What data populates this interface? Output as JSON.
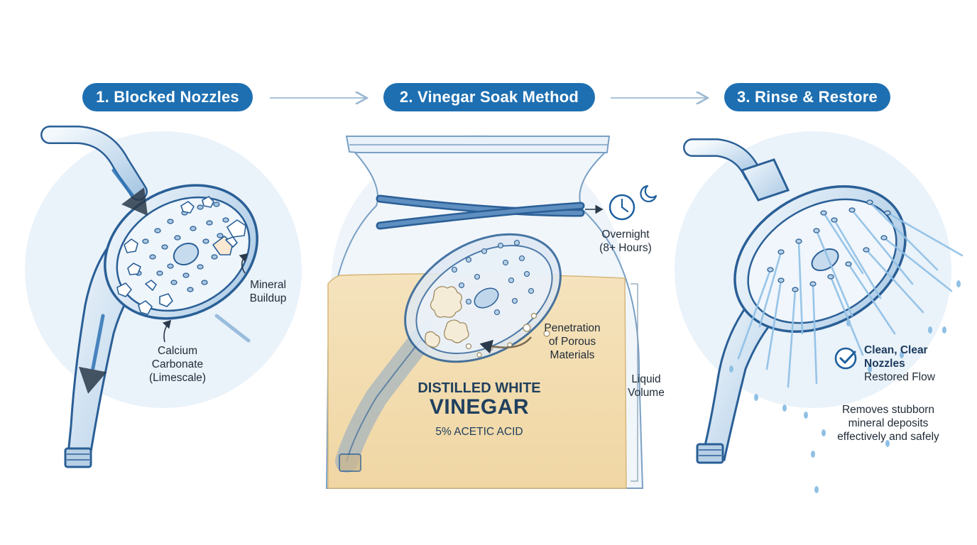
{
  "steps": [
    {
      "label": "1. Blocked Nozzles"
    },
    {
      "label": "2. Vinegar Soak Method"
    },
    {
      "label": "3. Rinse & Restore"
    }
  ],
  "panel1": {
    "mineral_line1": "Mineral",
    "mineral_line2": "Buildup",
    "calcium_line1": "Calcium",
    "calcium_line2": "Carbonate",
    "calcium_line3": "(Limescale)"
  },
  "panel2": {
    "overnight_line1": "Overnight",
    "overnight_line2": "(8+ Hours)",
    "penetration_line1": "Penetration",
    "penetration_line2": "of Porous",
    "penetration_line3": "Materials",
    "volume_line1": "Liquid",
    "volume_line2": "Volume",
    "vinegar_line1": "DISTILLED WHITE",
    "vinegar_line2": "VINEGAR",
    "vinegar_line3": "5% ACETIC ACID"
  },
  "panel3": {
    "clean_line1": "Clean, Clear",
    "clean_line2": "Nozzles",
    "clean_line3": "Restored Flow",
    "removes_line1": "Removes stubborn",
    "removes_line2": "mineral deposits",
    "removes_line3": "effectively and safely"
  },
  "colors": {
    "accent": "#1d6fb1",
    "outline": "#2a5f96",
    "metal": "#d9e8f5",
    "vinegar": "#f3dfb4",
    "circle_bg": "#eaf2fa"
  }
}
